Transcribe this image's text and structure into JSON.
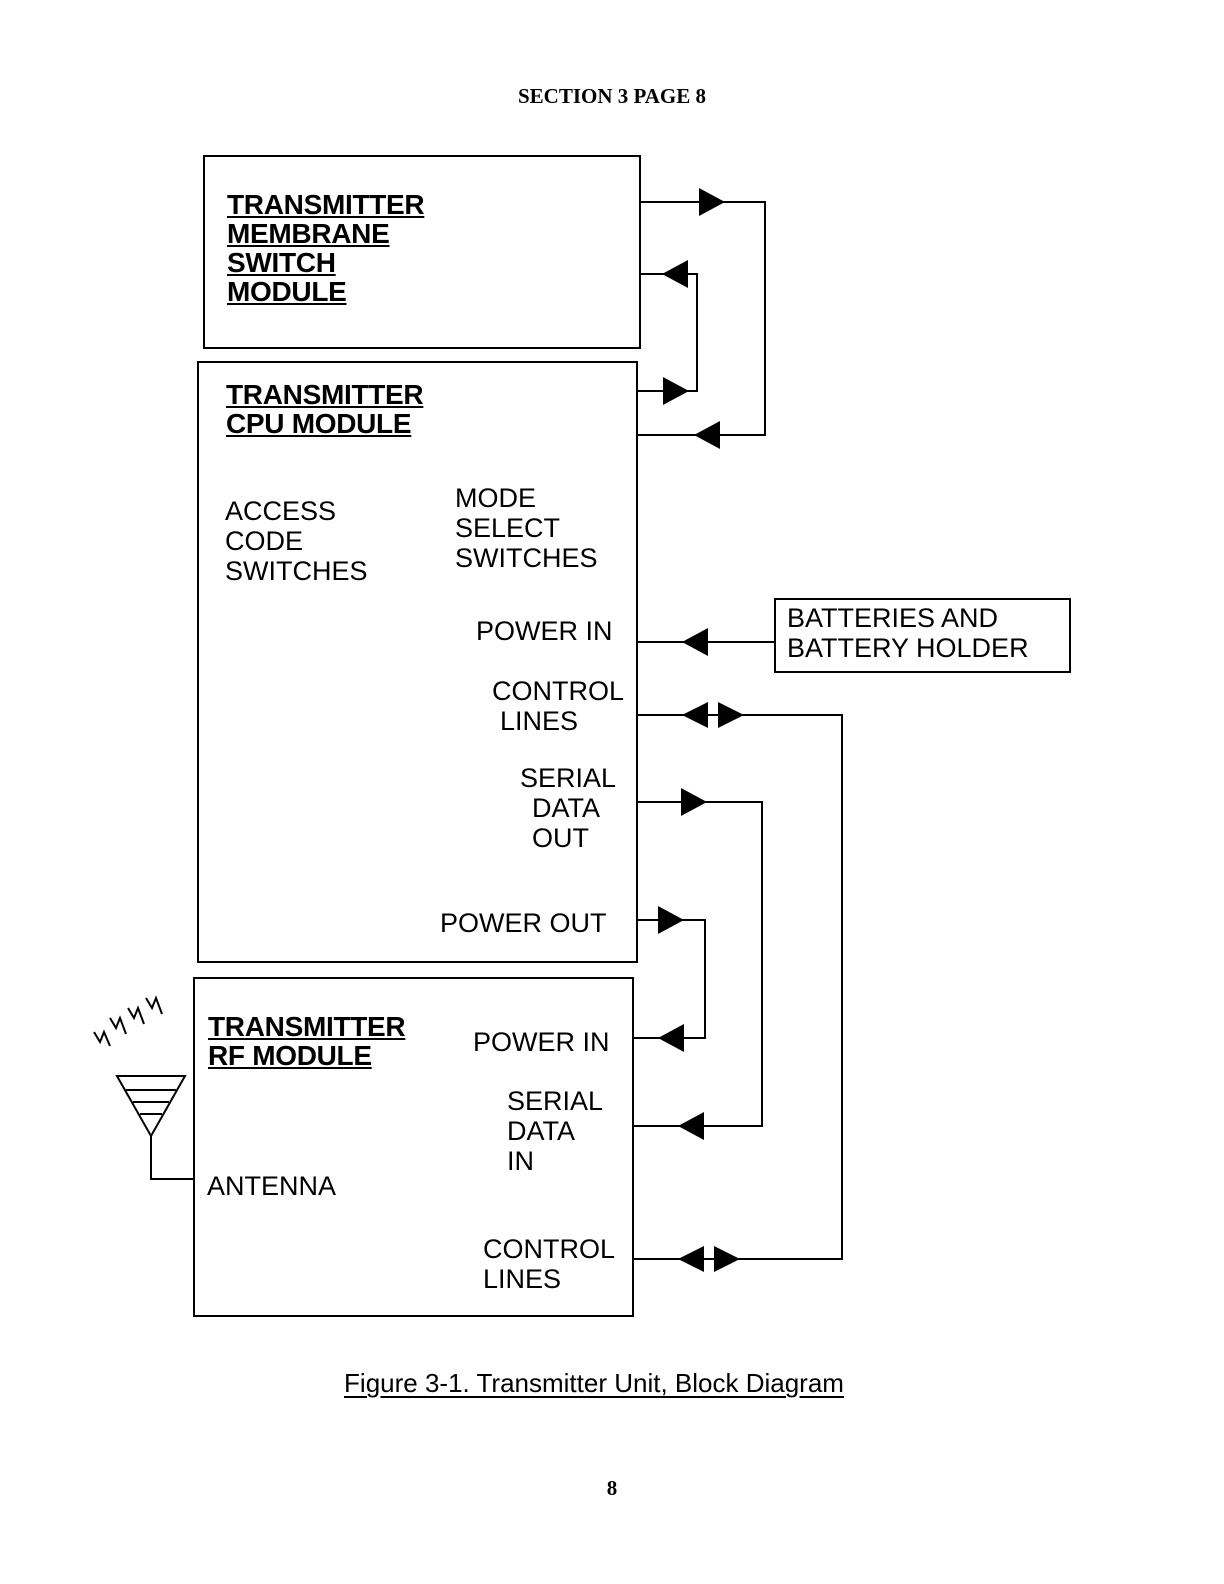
{
  "page": {
    "header": "SECTION 3 PAGE 8",
    "page_number": "8",
    "caption": "Figure 3-1.  Transmitter Unit, Block Diagram"
  },
  "membrane_module": {
    "title": [
      "TRANSMITTER",
      "MEMBRANE",
      "SWITCH",
      "MODULE"
    ]
  },
  "cpu_module": {
    "title": [
      "TRANSMITTER",
      "CPU MODULE"
    ],
    "access_code": [
      "ACCESS",
      "CODE",
      "SWITCHES"
    ],
    "mode_select": [
      "MODE",
      "SELECT",
      "SWITCHES"
    ],
    "power_in": "POWER IN",
    "control_lines": [
      "CONTROL",
      "LINES"
    ],
    "serial_data_out": [
      "SERIAL",
      "DATA",
      "OUT"
    ],
    "power_out": "POWER OUT"
  },
  "rf_module": {
    "title": [
      "TRANSMITTER",
      "RF MODULE"
    ],
    "power_in": "POWER IN",
    "serial_data_in": [
      "SERIAL",
      "DATA",
      "IN"
    ],
    "antenna": "ANTENNA",
    "control_lines": [
      "CONTROL",
      "LINES"
    ]
  },
  "battery": {
    "label": [
      "BATTERIES AND",
      "BATTERY HOLDER"
    ]
  },
  "colors": {
    "ink": "#000000",
    "paper": "#ffffff"
  }
}
